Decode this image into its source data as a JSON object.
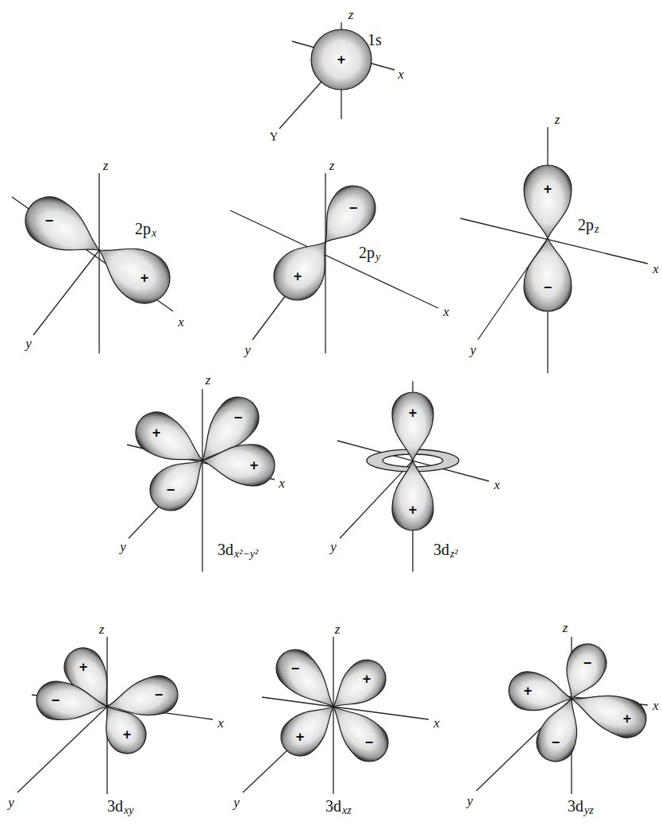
{
  "diagram": {
    "labels": [
      "z",
      "+",
      "1s",
      "x",
      "Y",
      "z",
      "−",
      "2p",
      "x",
      "+",
      "x",
      "y",
      "z",
      "−",
      "2p",
      "y",
      "+",
      "x",
      "y",
      "z",
      "+",
      "2p",
      "z",
      "x",
      "−",
      "y",
      "z",
      "+",
      "−",
      "−",
      "+",
      "x",
      "y",
      "3d",
      "x²−y²",
      "+",
      "x",
      "y",
      "+",
      "3d",
      "z²",
      "z",
      "+",
      "−",
      "−",
      "x",
      "+",
      "y",
      "3d",
      "xy",
      "z",
      "−",
      "+",
      "x",
      "+",
      "−",
      "y",
      "3d",
      "xz",
      "z",
      "+",
      "−",
      "x",
      "+",
      "−",
      "y",
      "3d",
      "yz"
    ]
  }
}
